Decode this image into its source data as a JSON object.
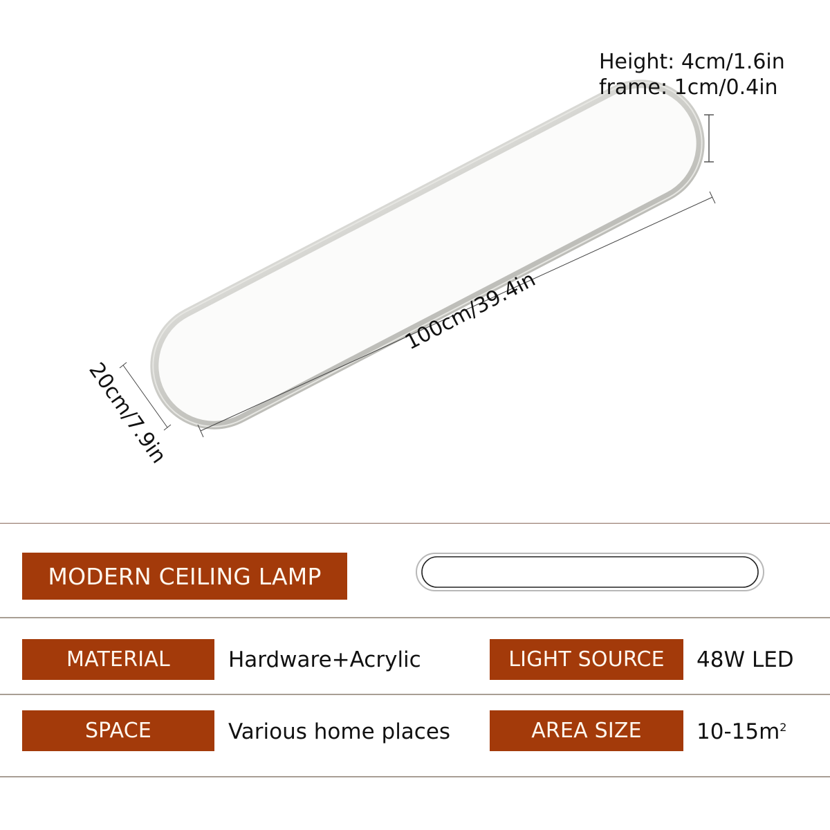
{
  "dimensions": {
    "height_label": "Height: 4cm/1.6in",
    "frame_label": "frame: 1cm/0.4in",
    "length_label": "100cm/39.4in",
    "width_label": "20cm/7.9in"
  },
  "product": {
    "title": "MODERN CEILING LAMP"
  },
  "specs": [
    {
      "label": "MATERIAL",
      "value": "Hardware+Acrylic"
    },
    {
      "label": "LIGHT SOURCE",
      "value": "48W LED"
    },
    {
      "label": "SPACE",
      "value": "Various home places"
    },
    {
      "label": "AREA SIZE",
      "value": "10-15m",
      "value_sup": "2"
    }
  ],
  "colors": {
    "badge_bg": "#A33A0A",
    "badge_text": "#FFF7EE",
    "rule_brown": "#8A6A5E",
    "rule_gray": "#A89E94",
    "frame_gray": "#C8C8C4"
  }
}
